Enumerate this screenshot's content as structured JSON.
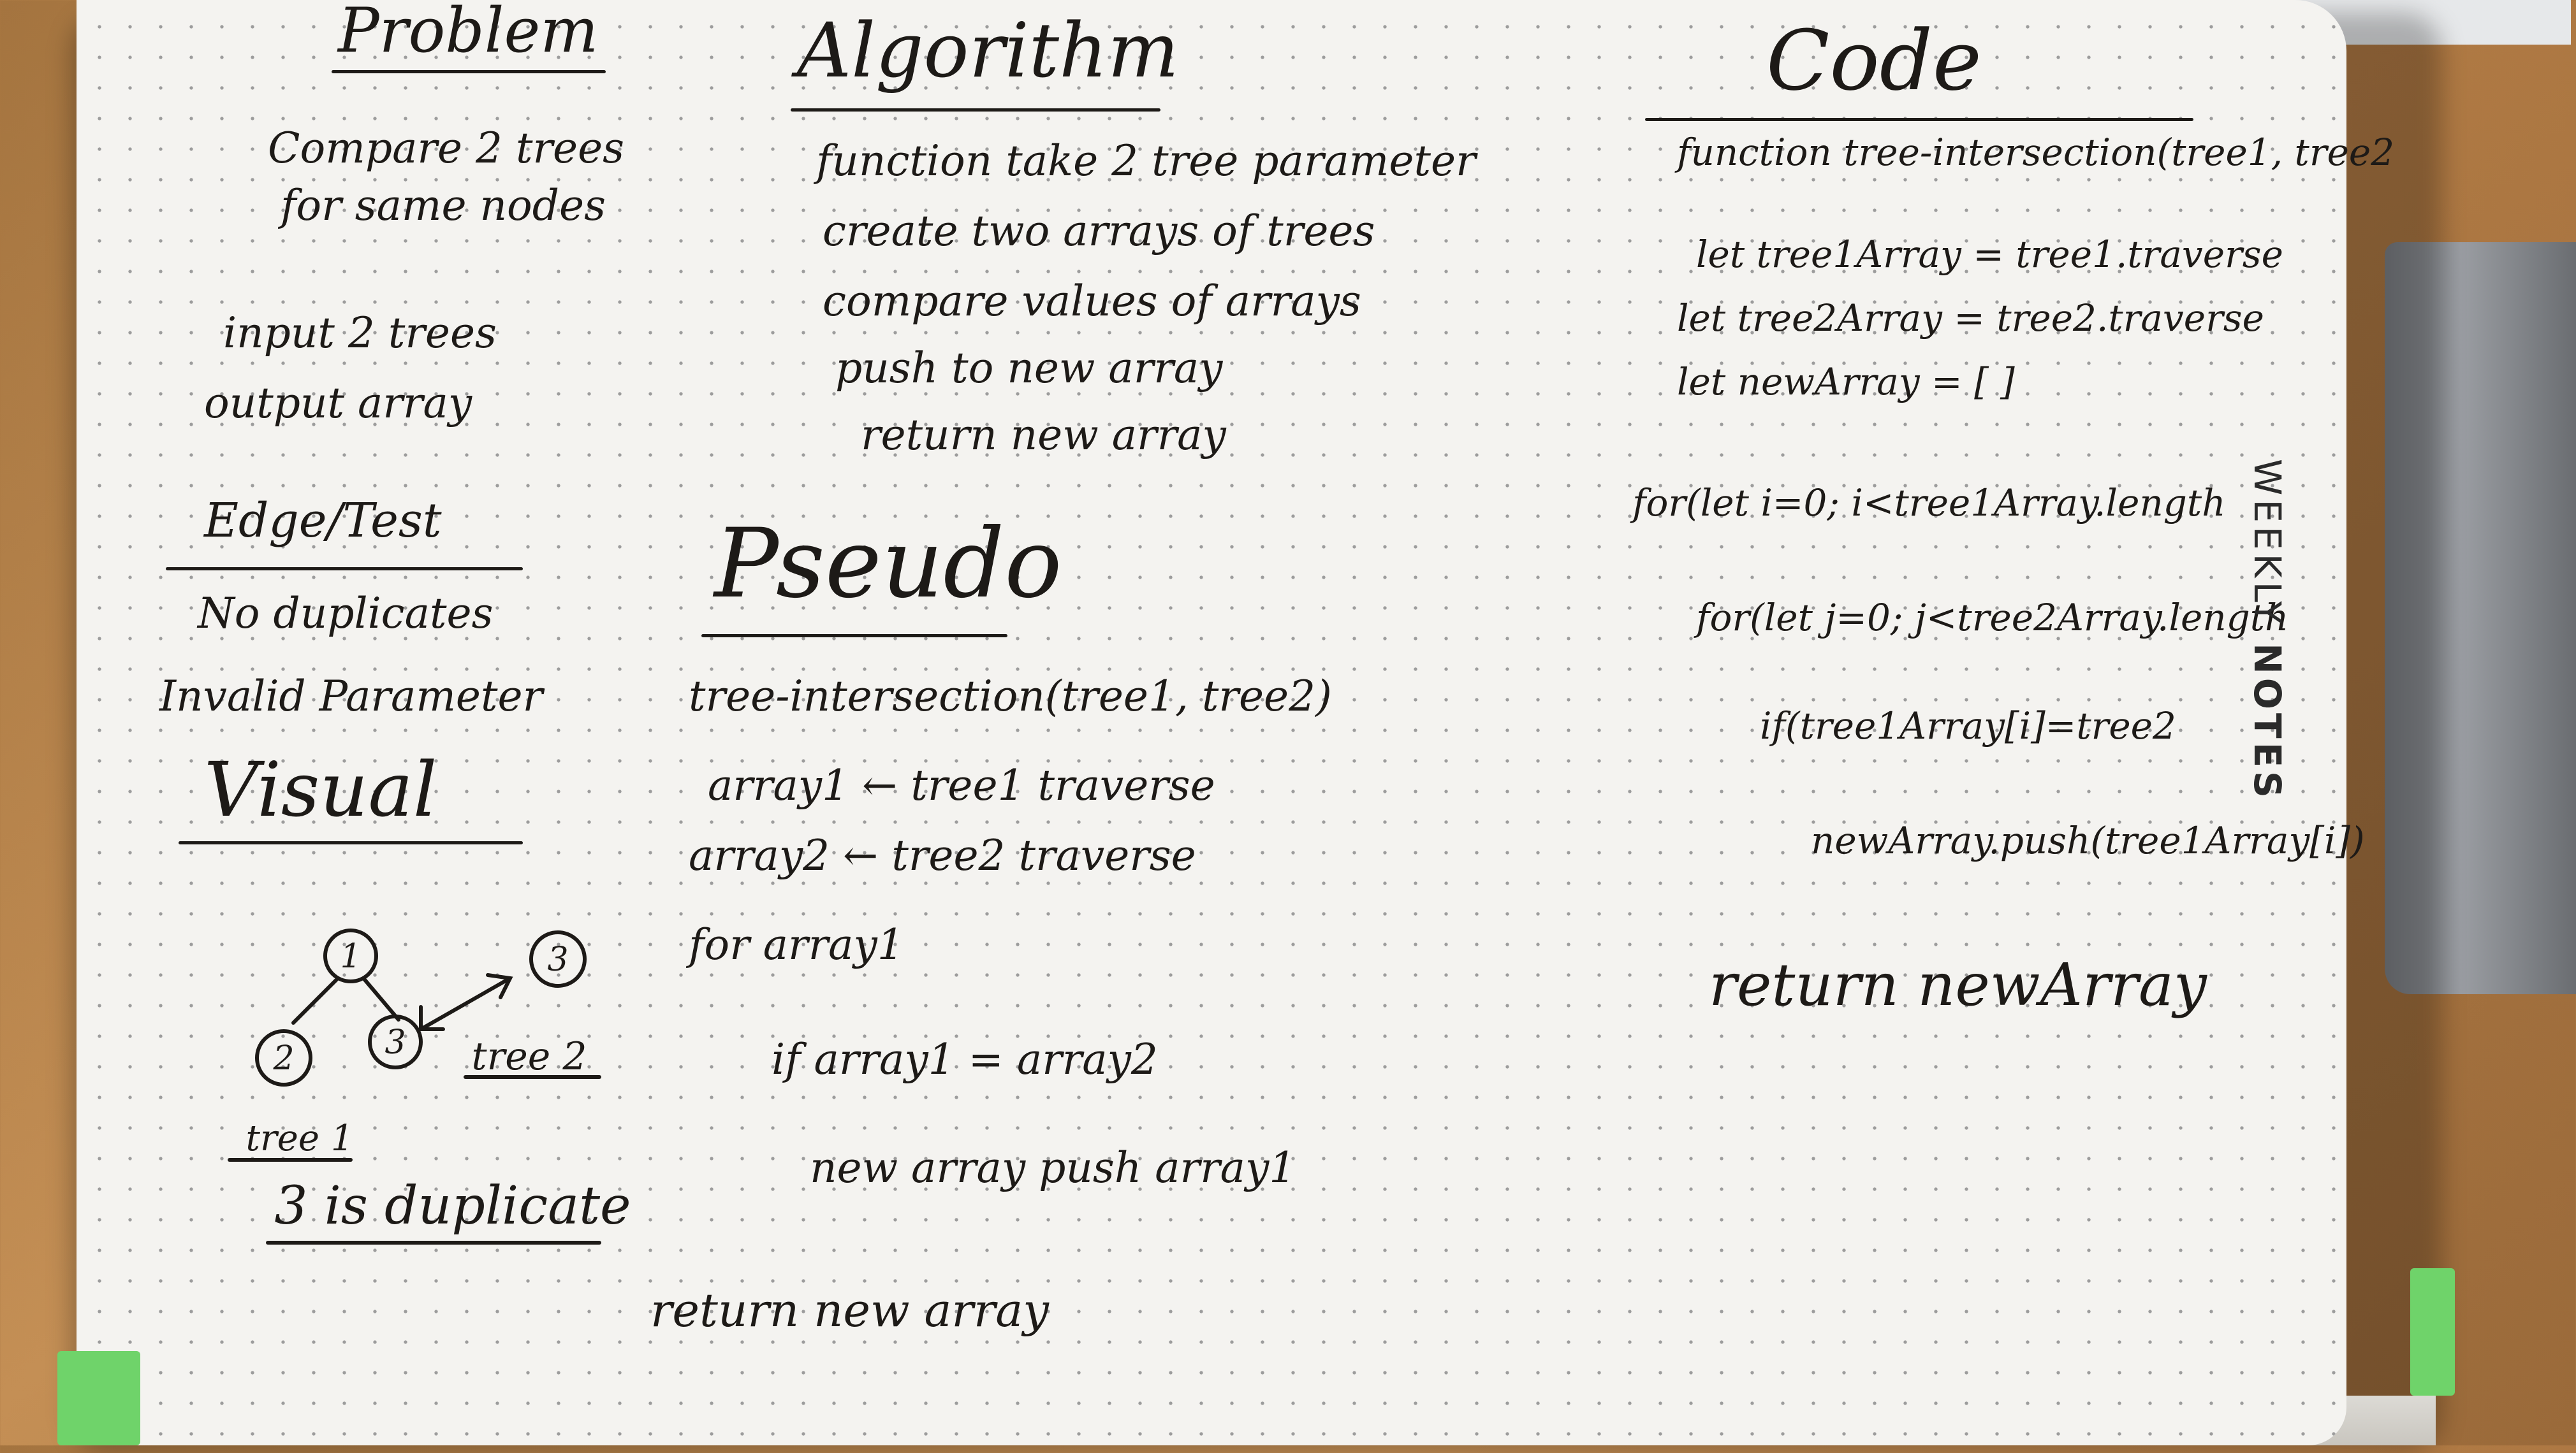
{
  "problem": {
    "title": "Problem",
    "lines": [
      "Compare 2 trees",
      "for same nodes"
    ],
    "io": [
      "input 2 trees",
      "output array"
    ]
  },
  "edge": {
    "title": "Edge/Test",
    "lines": [
      "No duplicates",
      "Invalid Parameter"
    ]
  },
  "visual": {
    "title": "Visual",
    "node_labels": [
      "1",
      "2",
      "3",
      "3"
    ],
    "tree2_label": "tree 2",
    "tree1_label": "tree 1",
    "note": "3 is duplicate"
  },
  "algorithm": {
    "title": "Algorithm",
    "lines": [
      "function take 2 tree parameter",
      "create two arrays of trees",
      "compare values of arrays",
      "push to new array",
      "return new array"
    ]
  },
  "pseudo": {
    "title": "Pseudo",
    "lines": [
      "tree-intersection(tree1, tree2)",
      "array1 ← tree1 traverse",
      "array2 ← tree2 traverse",
      "for array1",
      "if array1 = array2",
      "new array push array1",
      "return new array"
    ]
  },
  "code": {
    "title": "Code",
    "lines": [
      "function tree-intersection(tree1, tree2",
      "let tree1Array = tree1.traverse",
      "let tree2Array = tree2.traverse",
      "let newArray = [ ]",
      "for(let i=0; i<tree1Array.length",
      "for(let j=0; j<tree2Array.length",
      "if(tree1Array[i]=tree2",
      "newArray.push(tree1Array[i])",
      "return newArray"
    ]
  },
  "brand": {
    "light": "WEEKLY ",
    "bold": "NOTES"
  },
  "colors": {
    "ink": "#1d1a17",
    "paper": "#f4f3f0",
    "tab": "#6fd36a"
  }
}
